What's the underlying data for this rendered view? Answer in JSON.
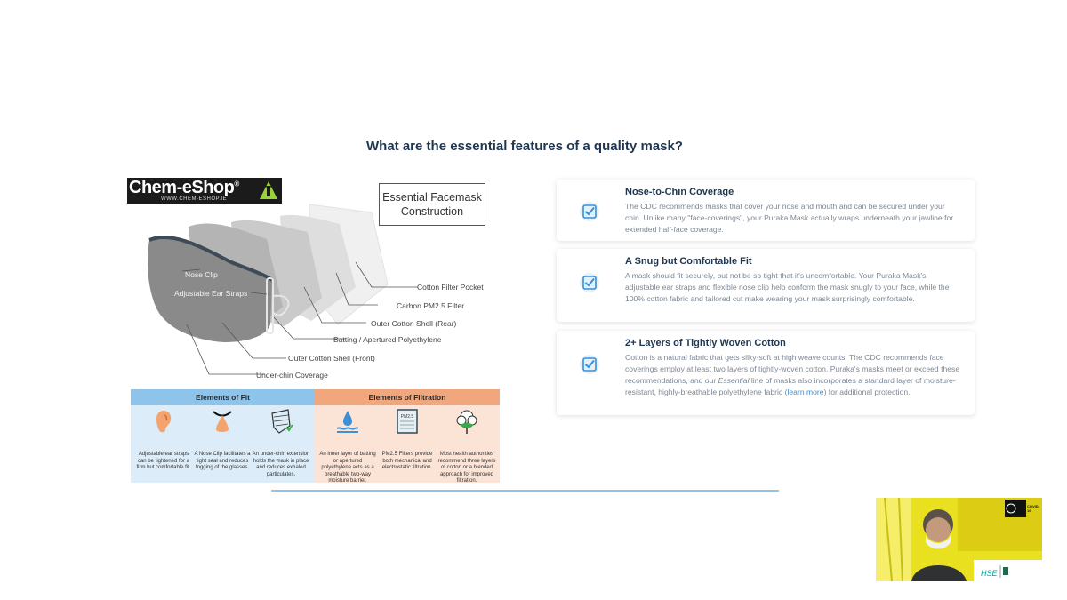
{
  "page": {
    "title": "What are the essential features of a quality mask?"
  },
  "logo": {
    "name": "Chem-eShop",
    "mark": "®",
    "url": "WWW.CHEM-ESHOP.IE"
  },
  "diagram": {
    "title_line1": "Essential Facemask",
    "title_line2": "Construction",
    "labels": {
      "nose_clip": "Nose Clip",
      "ear_straps": "Adjustable Ear Straps",
      "filter_pocket": "Cotton Filter Pocket",
      "carbon_filter": "Carbon PM2.5 Filter",
      "outer_rear": "Outer Cotton Shell (Rear)",
      "batting": "Batting / Apertured Polyethylene",
      "outer_front": "Outer Cotton Shell (Front)",
      "under_chin": "Under-chin Coverage"
    },
    "filter_icon_label": "PM2.5"
  },
  "elements": {
    "fit": {
      "header": "Elements of Fit",
      "items": [
        {
          "text": "Adjustable ear straps can be tightened for a firm but comfortable fit."
        },
        {
          "text": "A Nose Clip facilitates a tight seal and reduces fogging of the glasses."
        },
        {
          "text": "An under-chin extension holds the mask in place and reduces exhaled particulates."
        }
      ]
    },
    "filtration": {
      "header": "Elements of Filtration",
      "items": [
        {
          "text": "An inner layer of batting or apertured polyethylene acts as a breathable two-way moisture barrier."
        },
        {
          "text": "PM2.5 Filters provide both mechanical and electrostatic filtration."
        },
        {
          "text": "Most health authorities recommend three layers of cotton or a blended approach for improved filtration."
        }
      ]
    }
  },
  "features": [
    {
      "title": "Nose-to-Chin Coverage",
      "body": "The CDC recommends masks that cover your nose and mouth and can be secured under your chin. Unlike many \"face-coverings\", your Puraka Mask actually wraps underneath your jawline for extended half-face coverage."
    },
    {
      "title": "A Snug but Comfortable Fit",
      "body": "A mask should fit securely, but not be so tight that it's uncomfortable. Your Puraka Mask's adjustable ear straps and flexible nose clip help conform the mask snugly to your face, while the 100% cotton fabric and tailored cut make wearing your mask surprisingly comfortable."
    },
    {
      "title": "2+ Layers of Tightly Woven Cotton",
      "body_before_link": "Cotton is a natural fabric that gets silky-soft at high weave counts. The CDC recommends face coverings employ at least two layers of tightly-woven cotton. Puraka's masks meet or exceed these recommendations, and our ",
      "body_emphasis": "Essential",
      "body_after_emphasis": " line of masks also incorporates a standard layer of moisture-resistant, highly-breathable polyethylene fabric (",
      "link_text": "learn more",
      "body_after_link": ") for additional protection."
    }
  ],
  "poster": {
    "badge_line1": "COVID-19",
    "hse_label": "HSE"
  },
  "colors": {
    "title": "#1f3650",
    "fit_header": "#8ec3ea",
    "fit_bg": "#dcecf8",
    "filtration_header": "#f1a77e",
    "filtration_bg": "#fbe3d6",
    "check": "#3a8fd6",
    "poster": "#e9e020"
  }
}
